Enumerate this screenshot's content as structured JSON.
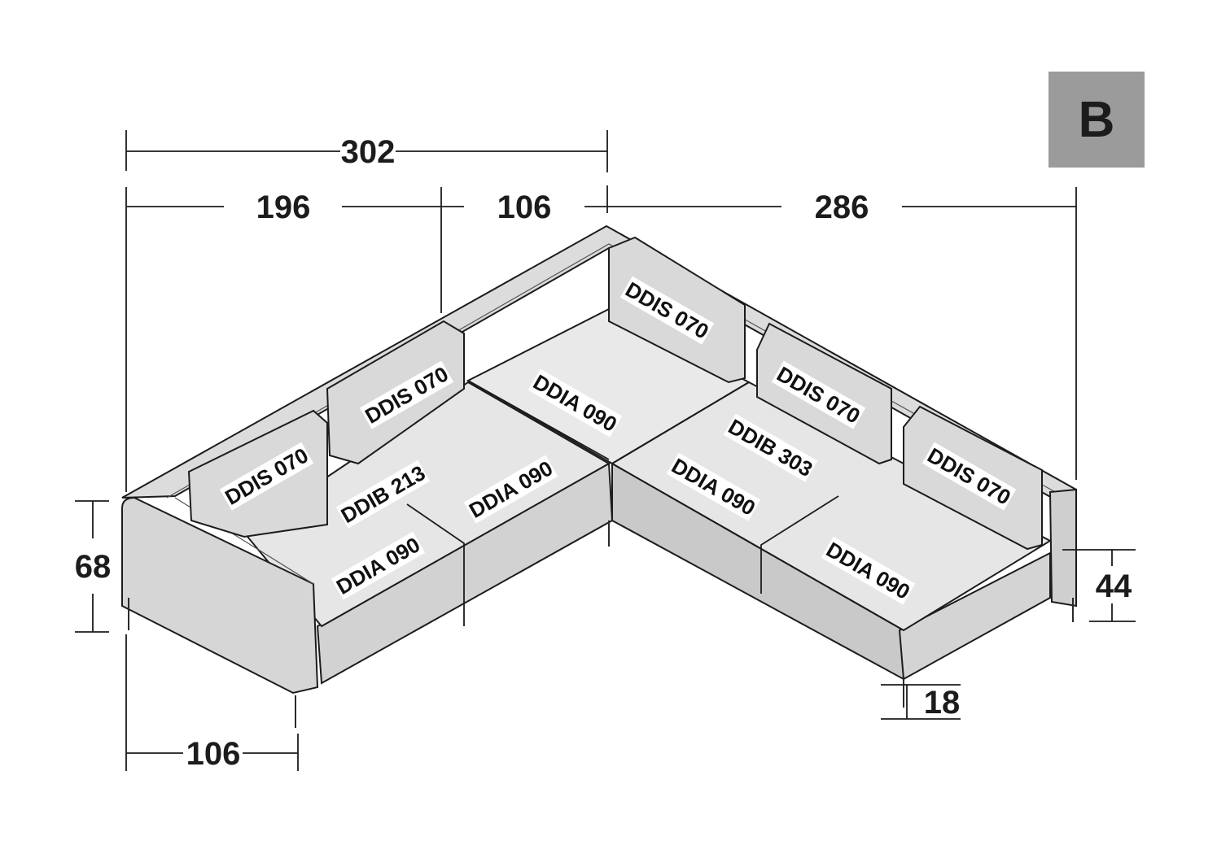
{
  "badge": {
    "letter": "B",
    "color": "#9b9b9b"
  },
  "colors": {
    "sofa_fill": "#e8e8e8",
    "sofa_shadow": "#cfcfcf",
    "outline": "#1c1c1c"
  },
  "dimensions": {
    "overall_left_width": "302",
    "left_section": "196",
    "corner_section": "106",
    "right_section": "286",
    "total_height": "68",
    "seat_height": "44",
    "leg_height": "18",
    "depth": "106"
  },
  "modules": {
    "back_cushions": [
      "DDIS 070",
      "DDIS 070",
      "DDIS 070",
      "DDIS 070",
      "DDIS 070"
    ],
    "left_base": "DDIB 213",
    "right_base": "DDIB 303",
    "seats": [
      "DDIA 090",
      "DDIA 090",
      "DDIA 090",
      "DDIA 090",
      "DDIA 090"
    ]
  }
}
